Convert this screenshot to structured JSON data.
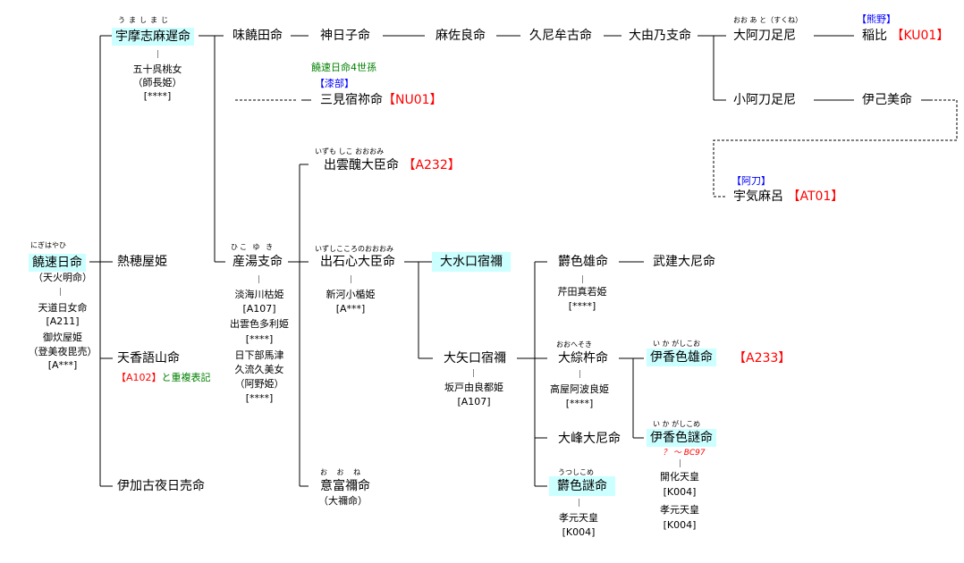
{
  "nodes": {
    "nigihayahi": {
      "ruby": "にぎはやひ",
      "name": "饒速日命",
      "alias": "（天火明命）",
      "spouses": [
        "天道日女命",
        "[A211]",
        "御炊屋姫",
        "（登美夜毘売）",
        "[A***]"
      ]
    },
    "umashimaji": {
      "ruby": "うましまじ",
      "name": "宇摩志麻遅命",
      "spouses": [
        "五十呉桃女",
        "（師長姫）",
        "[****]"
      ]
    },
    "hotsuyahime": {
      "name": "熱穂屋姫"
    },
    "amanokagoyama": {
      "name": "天香語山命",
      "note_code": "【A102】",
      "note_text": "と重複表記"
    },
    "ikakoyahime": {
      "name": "伊加古夜日売命"
    },
    "umashitanigi": {
      "name": "味饒田命"
    },
    "kanhiko": {
      "name": "神日子命"
    },
    "masara": {
      "name": "麻佐良命"
    },
    "kunimuko": {
      "name": "久尼牟古命"
    },
    "ooyunokhe": {
      "name": "大由乃支命"
    },
    "oatotari": {
      "ruby": "おお あ と（すくね）",
      "name": "大阿刀足尼"
    },
    "inahi": {
      "label": "【熊野】",
      "name": "稲比",
      "code": "【KU01】"
    },
    "koatotari": {
      "name": "小阿刀足尼"
    },
    "ikomi": {
      "name": "伊己美命"
    },
    "ukemaro": {
      "label": "【阿刀】",
      "name": "宇気麻呂",
      "code": "【AT01】"
    },
    "mimisukune": {
      "note": "饒速日命4世孫",
      "label": "【漆部】",
      "name": "三見宿祢命",
      "code": "【NU01】"
    },
    "hikoyuki": {
      "ruby": "ひこ ゆ き",
      "name": "産湯支命",
      "spouses": [
        "淡海川枯姫",
        "[A107]",
        "出雲色多利姫",
        "[****]",
        "日下部馬津",
        "久流久美女",
        "（阿野姫）",
        "[****]"
      ]
    },
    "izumoshiko": {
      "ruby": "いずも しこ おおおみ",
      "name": "出雲醜大臣命",
      "code": "【A232】"
    },
    "izushigokoro": {
      "ruby": "いずしこころのおおおみ",
      "name": "出石心大臣命",
      "spouses": [
        "新河小楯姫",
        "[A***]"
      ]
    },
    "oone": {
      "ruby": "お お ね",
      "name": "意富禰命",
      "alias": "（大禰命）"
    },
    "oomikuchi": {
      "name": "大水口宿禰"
    },
    "ooyakuchi": {
      "name": "大矢口宿禰",
      "spouses": [
        "坂戸由良都姫",
        "[A107]"
      ]
    },
    "utsushikoo": {
      "name": "欝色雄命",
      "spouses": [
        "芹田真若姫",
        "[****]"
      ]
    },
    "takeoone": {
      "name": "武建大尼命"
    },
    "oohesoki": {
      "ruby": "おおへそき",
      "name": "大綜杵命",
      "spouses": [
        "高屋阿波良姫",
        "[****]"
      ]
    },
    "oominene": {
      "name": "大峰大尼命"
    },
    "utsushikome": {
      "ruby": "うつしこめ",
      "name": "欝色謎命",
      "spouses": [
        "孝元天皇",
        "[K004]"
      ]
    },
    "ikagashikoo": {
      "ruby": "い か がしこお",
      "name": "伊香色雄命",
      "code": "【A233】"
    },
    "ikagashikome": {
      "ruby": "い か がしこめ",
      "name": "伊香色謎命",
      "dates": "？ ～ BC97",
      "spouses": [
        "開化天皇",
        "[K004]",
        "孝元天皇",
        "[K004]"
      ]
    }
  },
  "colors": {
    "highlight": "#ccffff",
    "code": "#ff0000",
    "note": "#008000",
    "clan": "#0000ff"
  }
}
